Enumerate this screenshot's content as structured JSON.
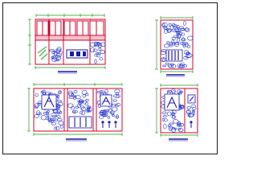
{
  "drawing": {
    "background": "#ffffff",
    "sheet_border_color": "#1a1a1a",
    "colors": {
      "frame": "#d4002a",
      "dimension": "#1d9a1d",
      "stone": "#2233cc",
      "detail": "#1a1aa8",
      "title_bar": "#1a1aa8"
    },
    "views": [
      {
        "id": "front-elevation",
        "kind": "elevation-with-stone-panels-and-upper-grid"
      },
      {
        "id": "side-elevation-upper",
        "kind": "stone-wall-with-vertical-slats"
      },
      {
        "id": "long-elevation",
        "kind": "three-bay-wall-with-figure-panels"
      },
      {
        "id": "side-elevation-lower",
        "kind": "stone-panel-with-figure-inset"
      }
    ]
  }
}
